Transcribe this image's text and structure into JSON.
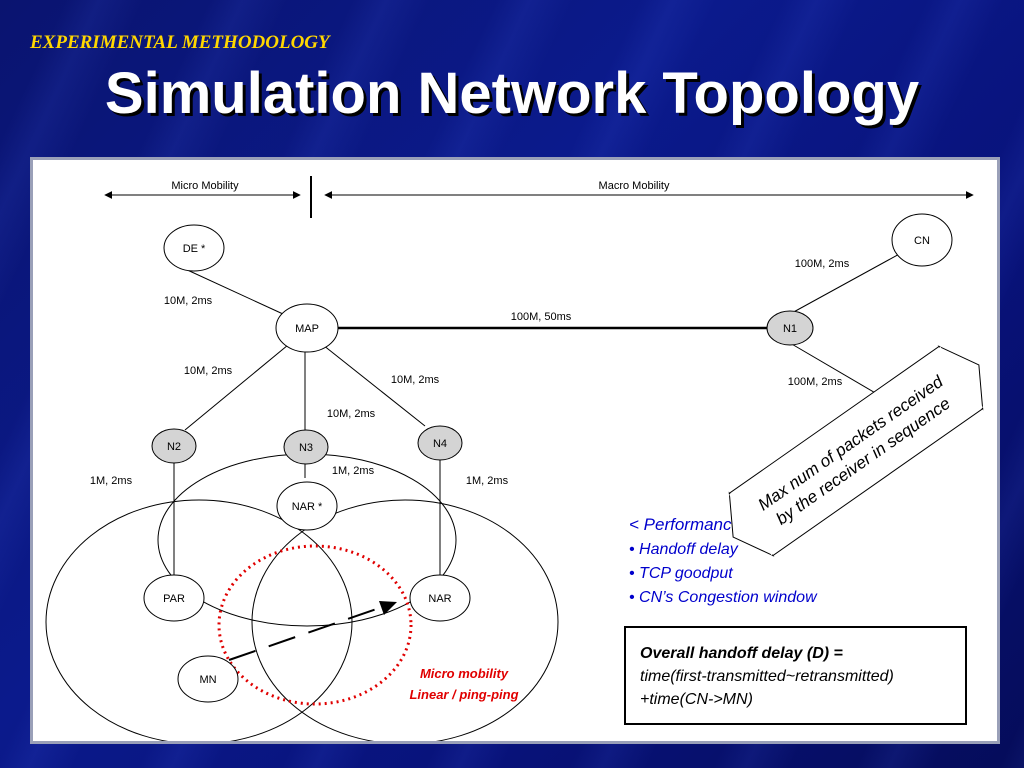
{
  "slide": {
    "kicker": "EXPERIMENTAL METHODOLOGY",
    "title": "Simulation Network Topology"
  },
  "diagram": {
    "scope_labels": {
      "micro": "Micro Mobility",
      "macro": "Macro Mobility"
    },
    "nodes": {
      "de": "DE *",
      "cn": "CN",
      "map": "MAP",
      "n1": "N1",
      "n2": "N2",
      "n3": "N3",
      "n4": "N4",
      "nar_star": "NAR *",
      "par": "PAR",
      "nar": "NAR",
      "mn": "MN"
    },
    "links": {
      "de_map": "10M, 2ms",
      "map_n1": "100M, 50ms",
      "n1_cn": "100M, 2ms",
      "n1_lower": "100M, 2ms",
      "map_n2": "10M, 2ms",
      "map_n3": "10M, 2ms",
      "map_n4": "10M, 2ms",
      "n2_par": "1M, 2ms",
      "n3_nar": "1M, 2ms",
      "n4_nar": "1M, 2ms"
    },
    "mobility_note": [
      "Micro mobility",
      "Linear / ping-ping"
    ],
    "colors": {
      "node_fill": "#d4d4d4",
      "mobility_red": "#e00000",
      "metrics_blue": "#0000cc"
    }
  },
  "metrics": {
    "heading": "< Performance Metrics >",
    "items": [
      "• Handoff delay",
      "• TCP goodput",
      "• CN’s Congestion window"
    ]
  },
  "callout": {
    "lines": [
      "Max num of packets received",
      "by the receiver in sequence"
    ]
  },
  "formula": {
    "title": "Overall handoff delay (D) =",
    "lines": [
      "time(first-transmitted~retransmitted)",
      "+time(CN->MN)"
    ]
  }
}
